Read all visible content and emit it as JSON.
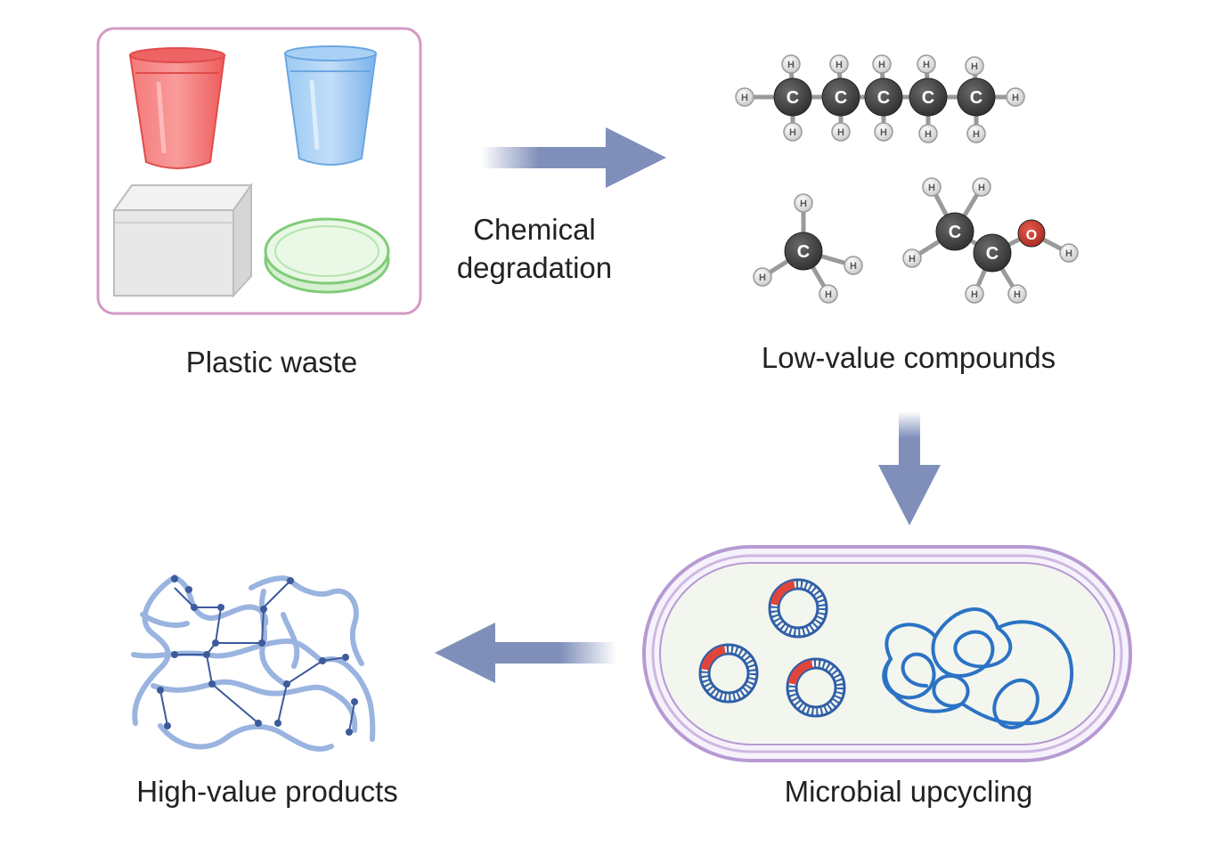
{
  "labels": {
    "plastic_waste": "Plastic waste",
    "chemical_degradation_line1": "Chemical",
    "chemical_degradation_line2": "degradation",
    "low_value_compounds": "Low-value compounds",
    "microbial_upcycling": "Microbial upcycling",
    "high_value_products": "High-value products"
  },
  "atoms": {
    "carbon": "C",
    "hydrogen": "H",
    "oxygen": "O"
  },
  "colors": {
    "arrow": "#7f8fba",
    "box_border": "#d49ac4",
    "cup_red": "#f26d6d",
    "cup_blue": "#8cc0ef",
    "dish_green": "#8ed28a",
    "box_gray": "#e4e4e4",
    "carbon": "#3a3a3a",
    "oxygen": "#c0392b",
    "hydrogen": "#e6e6e6",
    "cell_membrane": "#b79ad2",
    "cell_fill": "#f3f6ef",
    "dna_blue": "#2b73c4",
    "plasmid_red": "#e0453c",
    "polymer": "#9ab4e0",
    "polymer_node": "#3d5a9a"
  }
}
